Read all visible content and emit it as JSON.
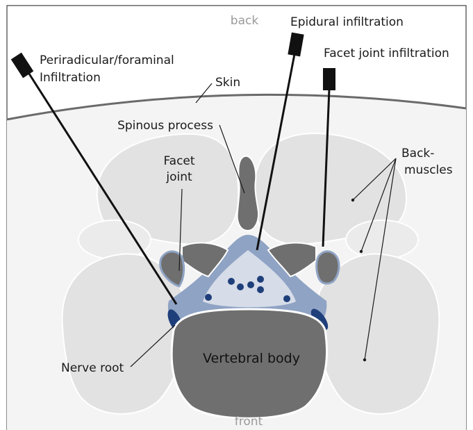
{
  "labels": {
    "back": "back",
    "front": "front",
    "skin": "Skin",
    "spinous_process": "Spinous process",
    "facet_joint_line1": "Facet",
    "facet_joint_line2": "joint",
    "back_muscles_line1": "Back-",
    "back_muscles_line2": "muscles",
    "nerve_root": "Nerve root",
    "vertebral_body": "Vertebral body",
    "periradicular_line1": "Periradicular/foraminal",
    "periradicular_line2": "Infiltration",
    "epidural": "Epidural infiltration",
    "facet_infiltration": "Facet joint infiltration"
  },
  "colors": {
    "muscle": "#e2e2e2",
    "muscle_light": "#ebebeb",
    "bone": "#6f6f6f",
    "canal": "#d6dce8",
    "epidural_fat": "#8fa3c4",
    "nerve": "#1f3f7a",
    "skin_line": "#6a6a6a",
    "body_bg": "#f4f4f4",
    "needle": "#111111"
  }
}
